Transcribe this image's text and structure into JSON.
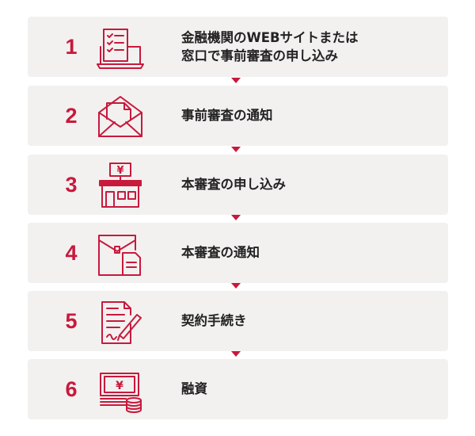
{
  "steps": [
    {
      "number": "1",
      "label_line1": "金融機関のWEBサイトまたは",
      "label_line2": "窓口で事前審査の申し込み",
      "icon": "laptop-checklist-icon"
    },
    {
      "number": "2",
      "label": "事前審査の通知",
      "icon": "open-envelope-icon"
    },
    {
      "number": "3",
      "label": "本審査の申し込み",
      "icon": "bank-branch-icon"
    },
    {
      "number": "4",
      "label": "本審査の通知",
      "icon": "envelope-document-icon"
    },
    {
      "number": "5",
      "label": "契約手続き",
      "icon": "contract-pen-icon"
    },
    {
      "number": "6",
      "label": "融資",
      "icon": "money-stack-icon"
    }
  ],
  "icon_glyphs": {
    "yen": "¥"
  },
  "colors": {
    "accent": "#c8193c",
    "panel": "#f2f1f0",
    "text": "#222222"
  }
}
